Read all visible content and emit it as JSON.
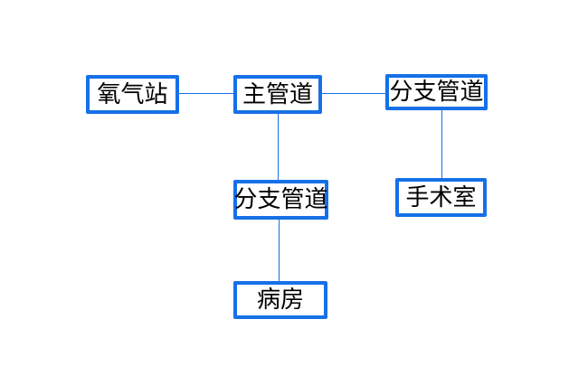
{
  "diagram": {
    "colors": {
      "node_border": "#1670e8",
      "edge": "#1670e8",
      "label": "#000000",
      "background": "#ffffff"
    },
    "nodes": [
      {
        "id": "oxygen-station",
        "label": "氧气站"
      },
      {
        "id": "main-pipeline",
        "label": "主管道"
      },
      {
        "id": "branch-pipeline-top",
        "label": "分支管道"
      },
      {
        "id": "branch-pipeline-middle",
        "label": "分支管道"
      },
      {
        "id": "operating-room",
        "label": "手术室"
      },
      {
        "id": "ward",
        "label": "病房"
      }
    ],
    "edges": [
      {
        "from": "oxygen-station",
        "to": "main-pipeline",
        "orientation": "horizontal"
      },
      {
        "from": "main-pipeline",
        "to": "branch-pipeline-top",
        "orientation": "horizontal"
      },
      {
        "from": "main-pipeline",
        "to": "branch-pipeline-middle",
        "orientation": "vertical"
      },
      {
        "from": "branch-pipeline-top",
        "to": "operating-room",
        "orientation": "vertical"
      },
      {
        "from": "branch-pipeline-middle",
        "to": "ward",
        "orientation": "vertical"
      }
    ]
  }
}
